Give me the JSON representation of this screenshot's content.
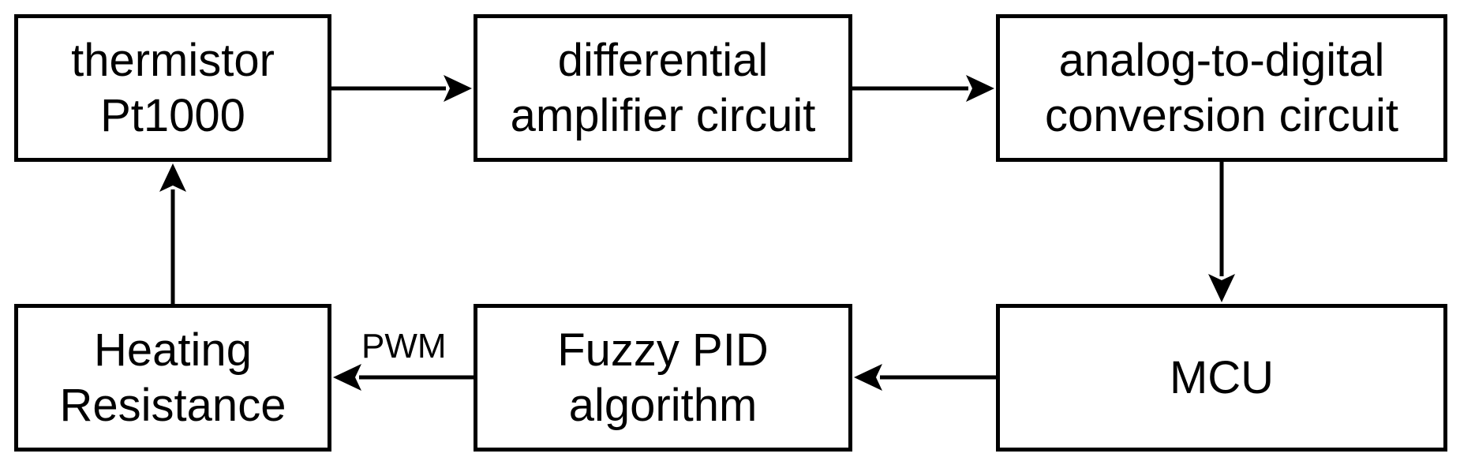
{
  "blocks": {
    "thermistor": {
      "line1": "thermistor",
      "line2": "Pt1000"
    },
    "diff_amp": {
      "line1": "differential",
      "line2": "amplifier circuit"
    },
    "adc": {
      "line1": "analog-to-digital",
      "line2": "conversion circuit"
    },
    "mcu": {
      "line1": "MCU"
    },
    "fuzzy_pid": {
      "line1": "Fuzzy PID",
      "line2": "algorithm"
    },
    "heating": {
      "line1": "Heating",
      "line2": "Resistance"
    }
  },
  "labels": {
    "pwm": "PWM"
  },
  "colors": {
    "stroke": "#000000",
    "background": "#ffffff"
  }
}
